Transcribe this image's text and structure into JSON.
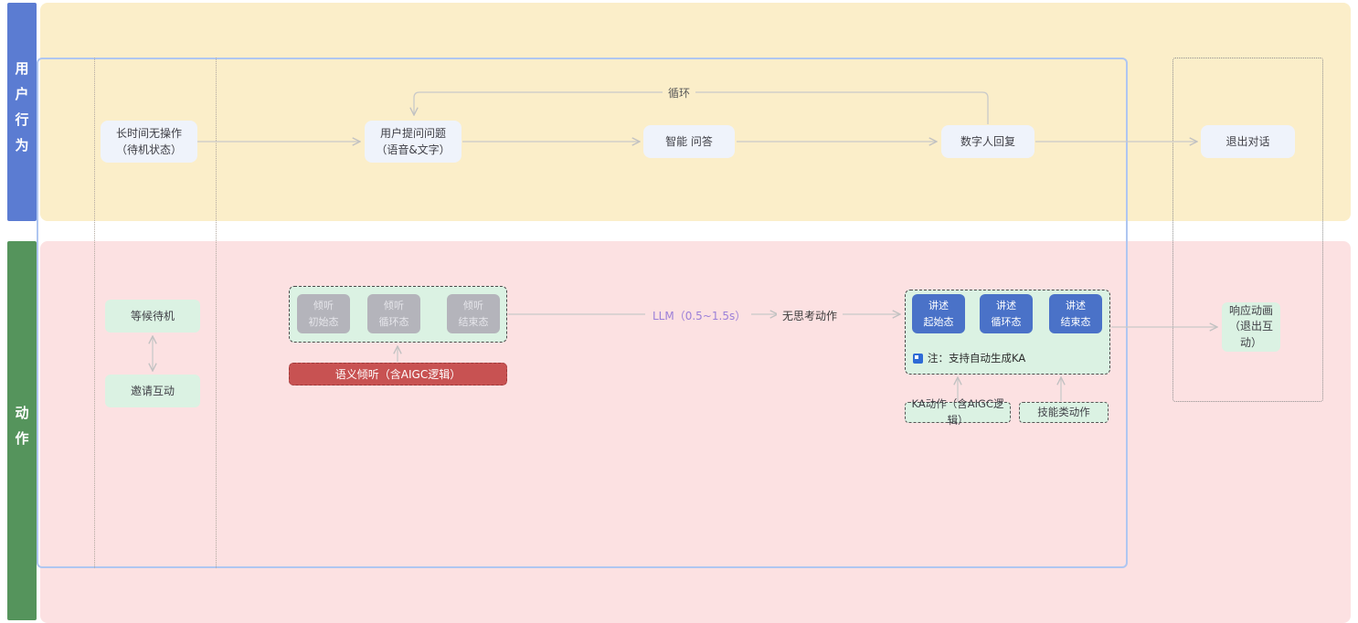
{
  "lanes": {
    "user_label": "用户行为",
    "action_label": "动作"
  },
  "loop_label": "循环",
  "user_flow": {
    "idle": "长时间无操作\n（待机状态）",
    "ask": "用户提问问题\n（语音&文字）",
    "qa": "智能 问答",
    "reply": "数字人回复",
    "exit": "退出对话"
  },
  "action_flow": {
    "wait": "等候待机",
    "invite": "邀请互动",
    "listen_states": [
      "倾听\n初始态",
      "倾听\n循环态",
      "倾听\n结束态"
    ],
    "semantic_listen": "语义倾听（含AIGC逻辑）",
    "llm_label": "LLM（0.5~1.5s）",
    "no_think": "无思考动作",
    "speak_states": [
      "讲述\n起始态",
      "讲述\n循环态",
      "讲述\n结束态"
    ],
    "note": "注：支持自动生成KA",
    "ka_action": "KA动作（含AIGC逻辑）",
    "skill_action": "技能类动作",
    "response": "响应动画（退出互动）"
  },
  "colors": {
    "user_lane_bg": "#fbeec9",
    "action_lane_bg": "#fce1e2",
    "user_label_bg": "#5b7cd2",
    "action_label_bg": "#55945c",
    "flow_box_bg": "#eff3fb",
    "green_box_bg": "#dbf2e3",
    "gray_box_bg": "#b4b4bb",
    "blue_box_bg": "#4a72c8",
    "red_box_bg": "#c85252",
    "frame_border": "#afc6f1",
    "wire": "#c9c9c9",
    "llm_text": "#9c80d8",
    "note_icon": "#2e6bd6"
  }
}
